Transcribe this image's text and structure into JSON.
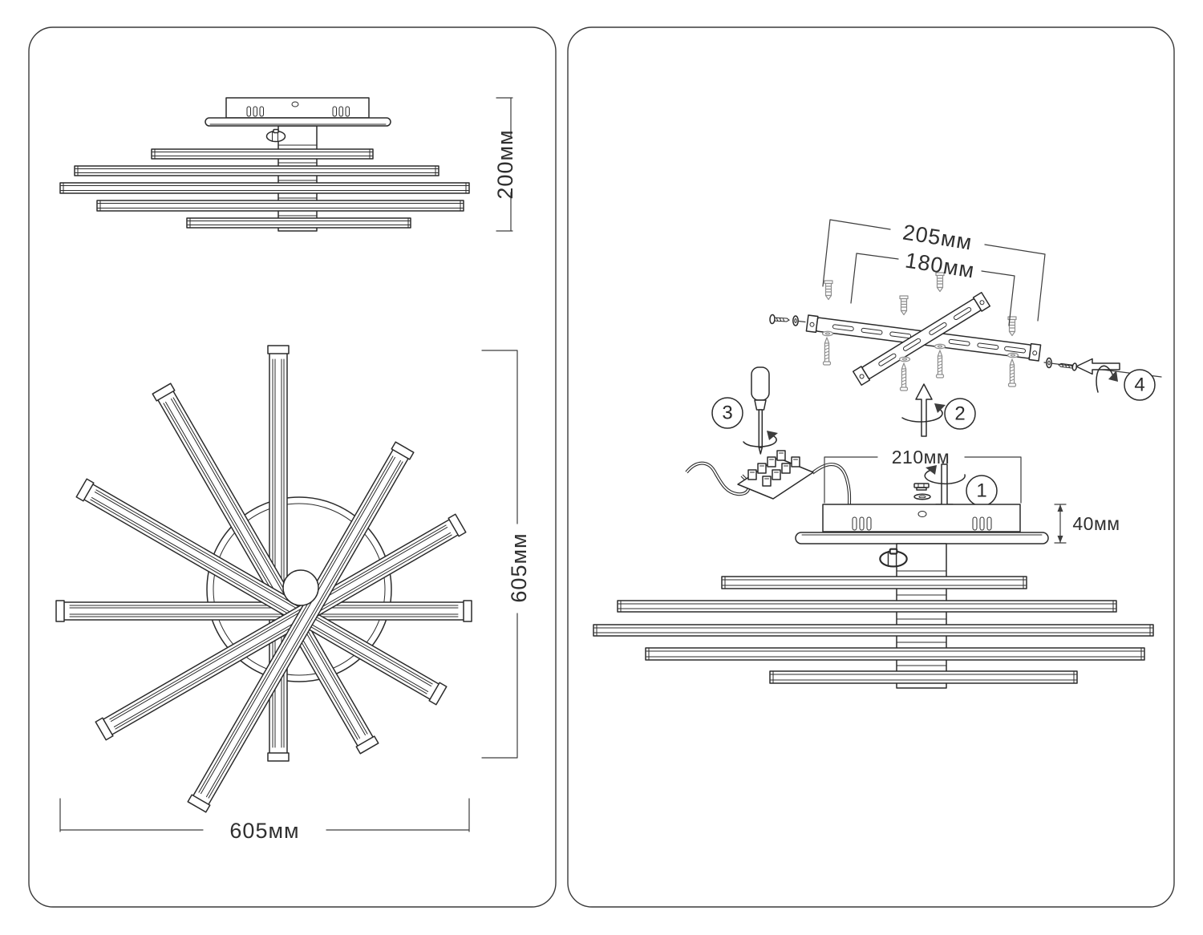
{
  "left_panel": {
    "side_view": {
      "height_dim": "200мм"
    },
    "top_view": {
      "width_dim": "605мм",
      "height_dim": "605мм"
    }
  },
  "right_panel": {
    "mounting_bracket": {
      "outer_dim": "205мм",
      "inner_dim": "180мм"
    },
    "canopy": {
      "width_dim": "210мм",
      "height_dim": "40мм"
    },
    "steps": {
      "step1": "1",
      "step2": "2",
      "step3": "3",
      "step4": "4"
    }
  },
  "colors": {
    "background": "#ffffff",
    "line": "#2b2b2b",
    "dimension_text": "#2f2f2f",
    "hardware_gray": "#8f8f8f",
    "panel_border": "#3a3a3a"
  }
}
